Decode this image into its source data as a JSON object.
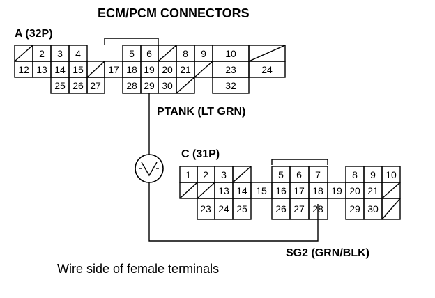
{
  "title": "ECM/PCM CONNECTORS",
  "connector_a": {
    "label": "A (32P)",
    "rows": [
      [
        "",
        "2",
        "3",
        "4",
        "",
        "5",
        "6",
        "",
        "",
        "8",
        "9",
        "10",
        ""
      ],
      [
        "12",
        "13",
        "14",
        "15",
        "",
        "17",
        "18",
        "19",
        "20",
        "21",
        "",
        "23",
        "24"
      ],
      [
        "25",
        "26",
        "27",
        "28",
        "29",
        "30",
        "",
        "32"
      ]
    ]
  },
  "connector_c": {
    "label": "C (31P)",
    "rows": [
      [
        "1",
        "2",
        "3",
        "",
        "5",
        "6",
        "7",
        "8",
        "9",
        "10"
      ],
      [
        "",
        "",
        "13",
        "14",
        "15",
        "16",
        "17",
        "18",
        "19",
        "20",
        "21",
        ""
      ],
      [
        "23",
        "24",
        "25",
        "26",
        "27",
        "28",
        "29",
        "30",
        ""
      ]
    ]
  },
  "wire_ptank": "PTANK (LT GRN)",
  "wire_sg2": "SG2 (GRN/BLK)",
  "caption": "Wire side of female terminals"
}
